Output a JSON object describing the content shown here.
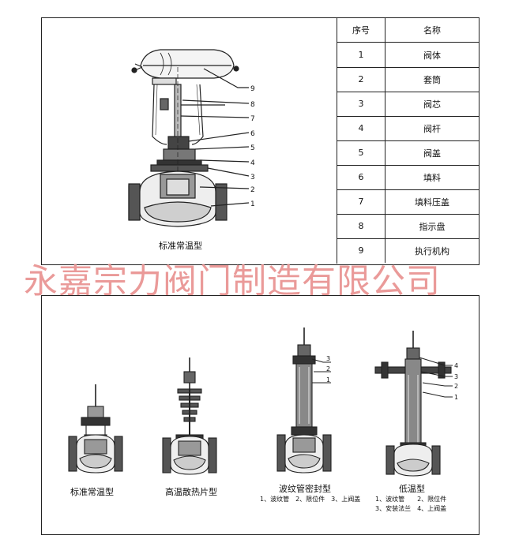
{
  "watermark": "永嘉宗力阀门制造有限公司",
  "top": {
    "caption": "标准常温型",
    "callouts": [
      "9",
      "8",
      "7",
      "6",
      "5",
      "4",
      "3",
      "2",
      "1"
    ]
  },
  "table": {
    "headers": [
      "序号",
      "名称"
    ],
    "rows": [
      {
        "no": "1",
        "name": "阀体"
      },
      {
        "no": "2",
        "name": "套筒"
      },
      {
        "no": "3",
        "name": "阀芯"
      },
      {
        "no": "4",
        "name": "阀杆"
      },
      {
        "no": "5",
        "name": "阀盖"
      },
      {
        "no": "6",
        "name": "填料"
      },
      {
        "no": "7",
        "name": "填料压盖"
      },
      {
        "no": "8",
        "name": "指示盘"
      },
      {
        "no": "9",
        "name": "执行机构"
      }
    ]
  },
  "bottom": {
    "captions": [
      "标准常温型",
      "高温散热片型",
      "波纹管密封型",
      "低温型"
    ],
    "bellows_callouts": [
      "3",
      "2",
      "1"
    ],
    "bellows_note": "1、波纹管　2、限位件　3、上阀盖",
    "cryo_callouts": [
      "4",
      "3",
      "2",
      "1"
    ],
    "cryo_note_1": "1、波纹管　　2、限位件",
    "cryo_note_2": "3、安装法兰　4、上阀盖"
  }
}
